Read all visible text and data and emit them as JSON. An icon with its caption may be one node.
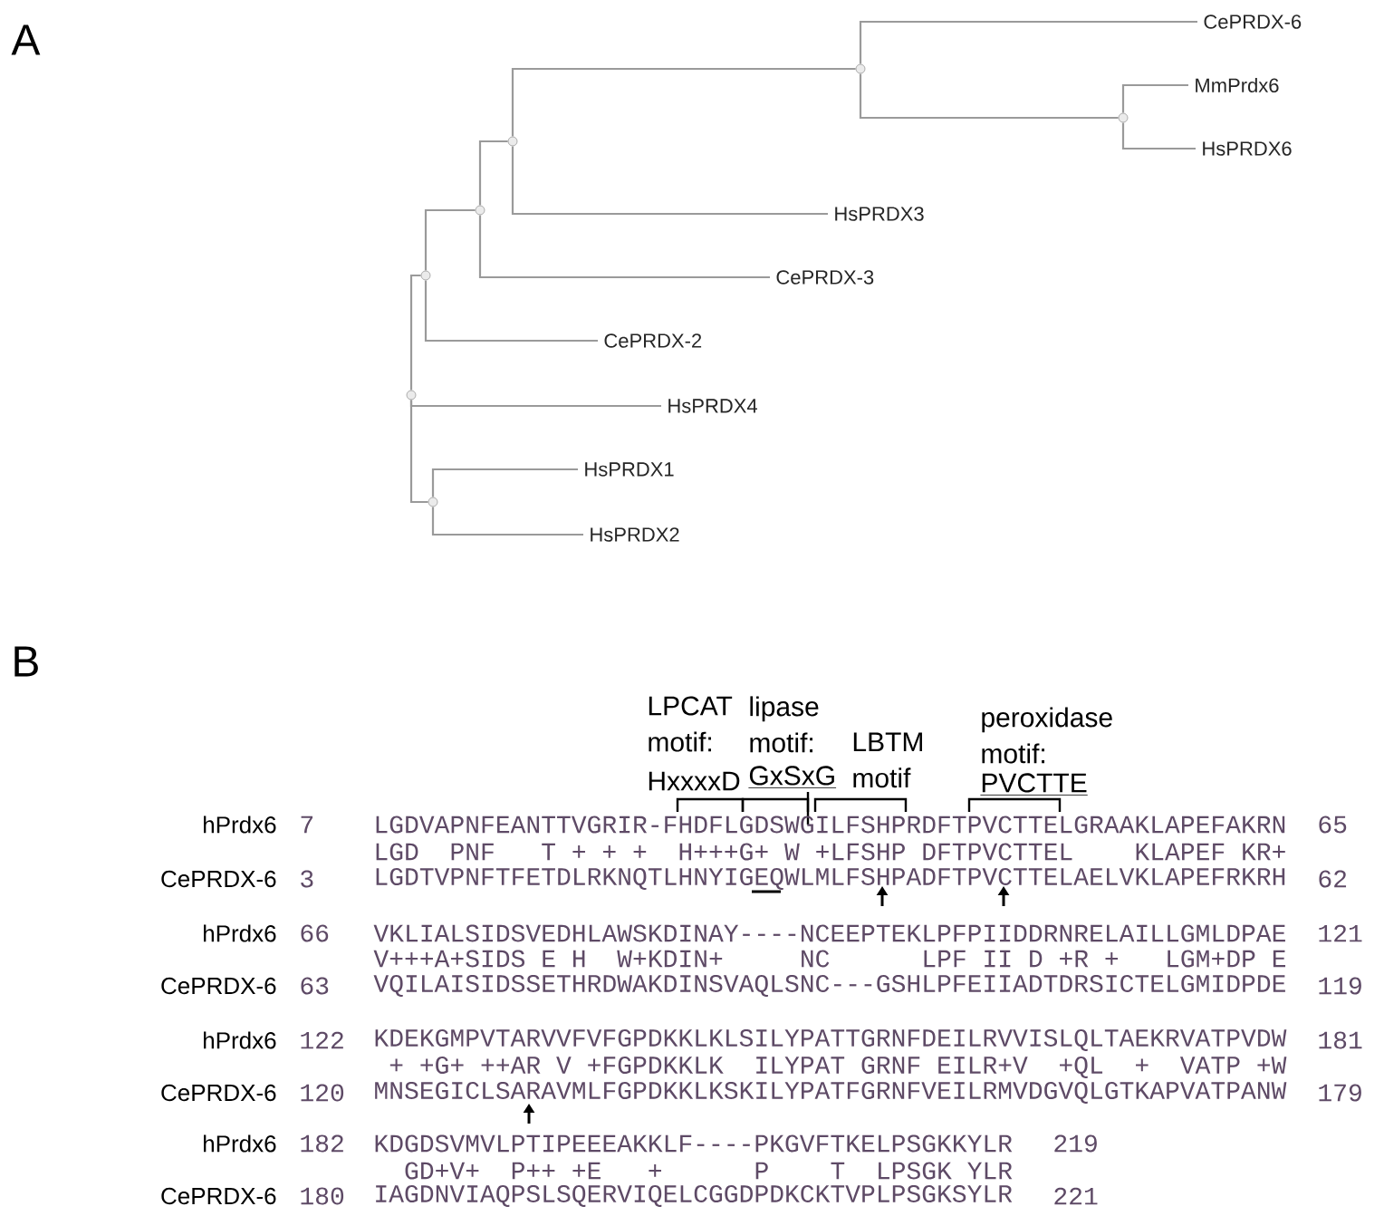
{
  "diagram": {
    "nodes": [
      {
        "text": [
          "CePRDX-6"
        ]
      },
      {
        "text": [
          "MmPrdx6"
        ]
      },
      {
        "text": [
          "HsPRDX6"
        ]
      },
      {
        "text": [
          "HsPRDX3"
        ]
      },
      {
        "text": [
          "CePRDX-3"
        ]
      },
      {
        "text": [
          "CePRDX-2"
        ]
      },
      {
        "text": [
          "HsPRDX4"
        ]
      },
      {
        "text": [
          "HsPRDX1"
        ]
      },
      {
        "text": [
          "HsPRDX2"
        ]
      },
      {
        "text": [],
        "shape": "circle"
      },
      {
        "text": [],
        "shape": "circle"
      },
      {
        "text": [],
        "shape": "circle"
      },
      {
        "text": [],
        "shape": "circle"
      },
      {
        "text": [],
        "shape": "circle"
      },
      {
        "text": [],
        "shape": "circle"
      },
      {
        "text": [],
        "shape": "circle"
      }
    ],
    "edges": [
      {
        "from": 9,
        "to": 10,
        "arrow": "none"
      },
      {
        "from": 9,
        "to": 6,
        "arrow": "none"
      },
      {
        "from": 9,
        "to": 11,
        "arrow": "none"
      },
      {
        "from": 11,
        "to": 7,
        "arrow": "none"
      },
      {
        "from": 11,
        "to": 8,
        "arrow": "none"
      },
      {
        "from": 10,
        "to": 12,
        "arrow": "none"
      },
      {
        "from": 10,
        "to": 5,
        "arrow": "none"
      },
      {
        "from": 12,
        "to": 13,
        "arrow": "none"
      },
      {
        "from": 12,
        "to": 4,
        "arrow": "none"
      },
      {
        "from": 13,
        "to": 14,
        "arrow": "none"
      },
      {
        "from": 13,
        "to": 3,
        "arrow": "none"
      },
      {
        "from": 14,
        "to": 0,
        "arrow": "none"
      },
      {
        "from": 14,
        "to": 15,
        "arrow": "none"
      },
      {
        "from": 15,
        "to": 1,
        "arrow": "none"
      },
      {
        "from": 15,
        "to": 2,
        "arrow": "none"
      }
    ],
    "labels": [
      "A",
      "B",
      "LPCAT motif:",
      "HxxxxD",
      "lipase motif:",
      "GxSxG",
      "LBTM motif",
      "peroxidase motif:",
      "PVCTTE",
      "hPrdx6",
      "7",
      "LGDVAPNFEANTTVGRIR-FHDFLGDSWGILFSHPRDFTPVCTTELGRAAKLAPEFAKRN",
      "65",
      "LGD  PNF   T + + +  H+++G+ W +LFSHP DFTPVCTTEL    KLAPEF KR+",
      "CePRDX-6",
      "3",
      "LGDTVPNFTFETDLRKNQTLHNYIGEQWLMLFSHPADFTPVCTTELAELVKLAPEFRKRH",
      "62",
      "hPrdx6",
      "66",
      "VKLIALSIDSVEDHLAWSKDINAY----NCEEPTEKLPFPIIDDRNRELAILLGMLDPAE",
      "121",
      "V+++A+SIDS E H  W+KDIN+     NC      LPF II D +R +   LGM+DP E",
      "CePRDX-6",
      "63",
      "VQILAISIDSSETHRDWAKDINSVAQLSNC---GSHLPFEIIADTDRSICTELGMIDPDE",
      "119",
      "hPrdx6",
      "122",
      "KDEKGMPVTARVVFVFGPDKKLKLSILYPATTGRNFDEILRVVISLQLTAEKRVATPVDW",
      "181",
      " + +G+ ++AR V +FGPDKKLK  ILYPAT GRNF EILR+V  +QL  +  VATP +W",
      "CePRDX-6",
      "120",
      "MNSEGICLSARAVMLFGPDKKLKSKILYPATFGRNFVEILRMVDGVQLGTKAPVATPANW",
      "179",
      "hPrdx6",
      "182",
      "KDGDSVMVLPTIPEEEAKKLF----PKGVFTKELPSGKKYLR",
      "219",
      "  GD+V+  P++ +E   +      P    T  LPSGK YLR",
      "CePRDX-6",
      "180",
      "IAGDNVIAQPSLSQERVIQELCGGDPDKCKTVPLPSGKSYLR",
      "221"
    ]
  }
}
